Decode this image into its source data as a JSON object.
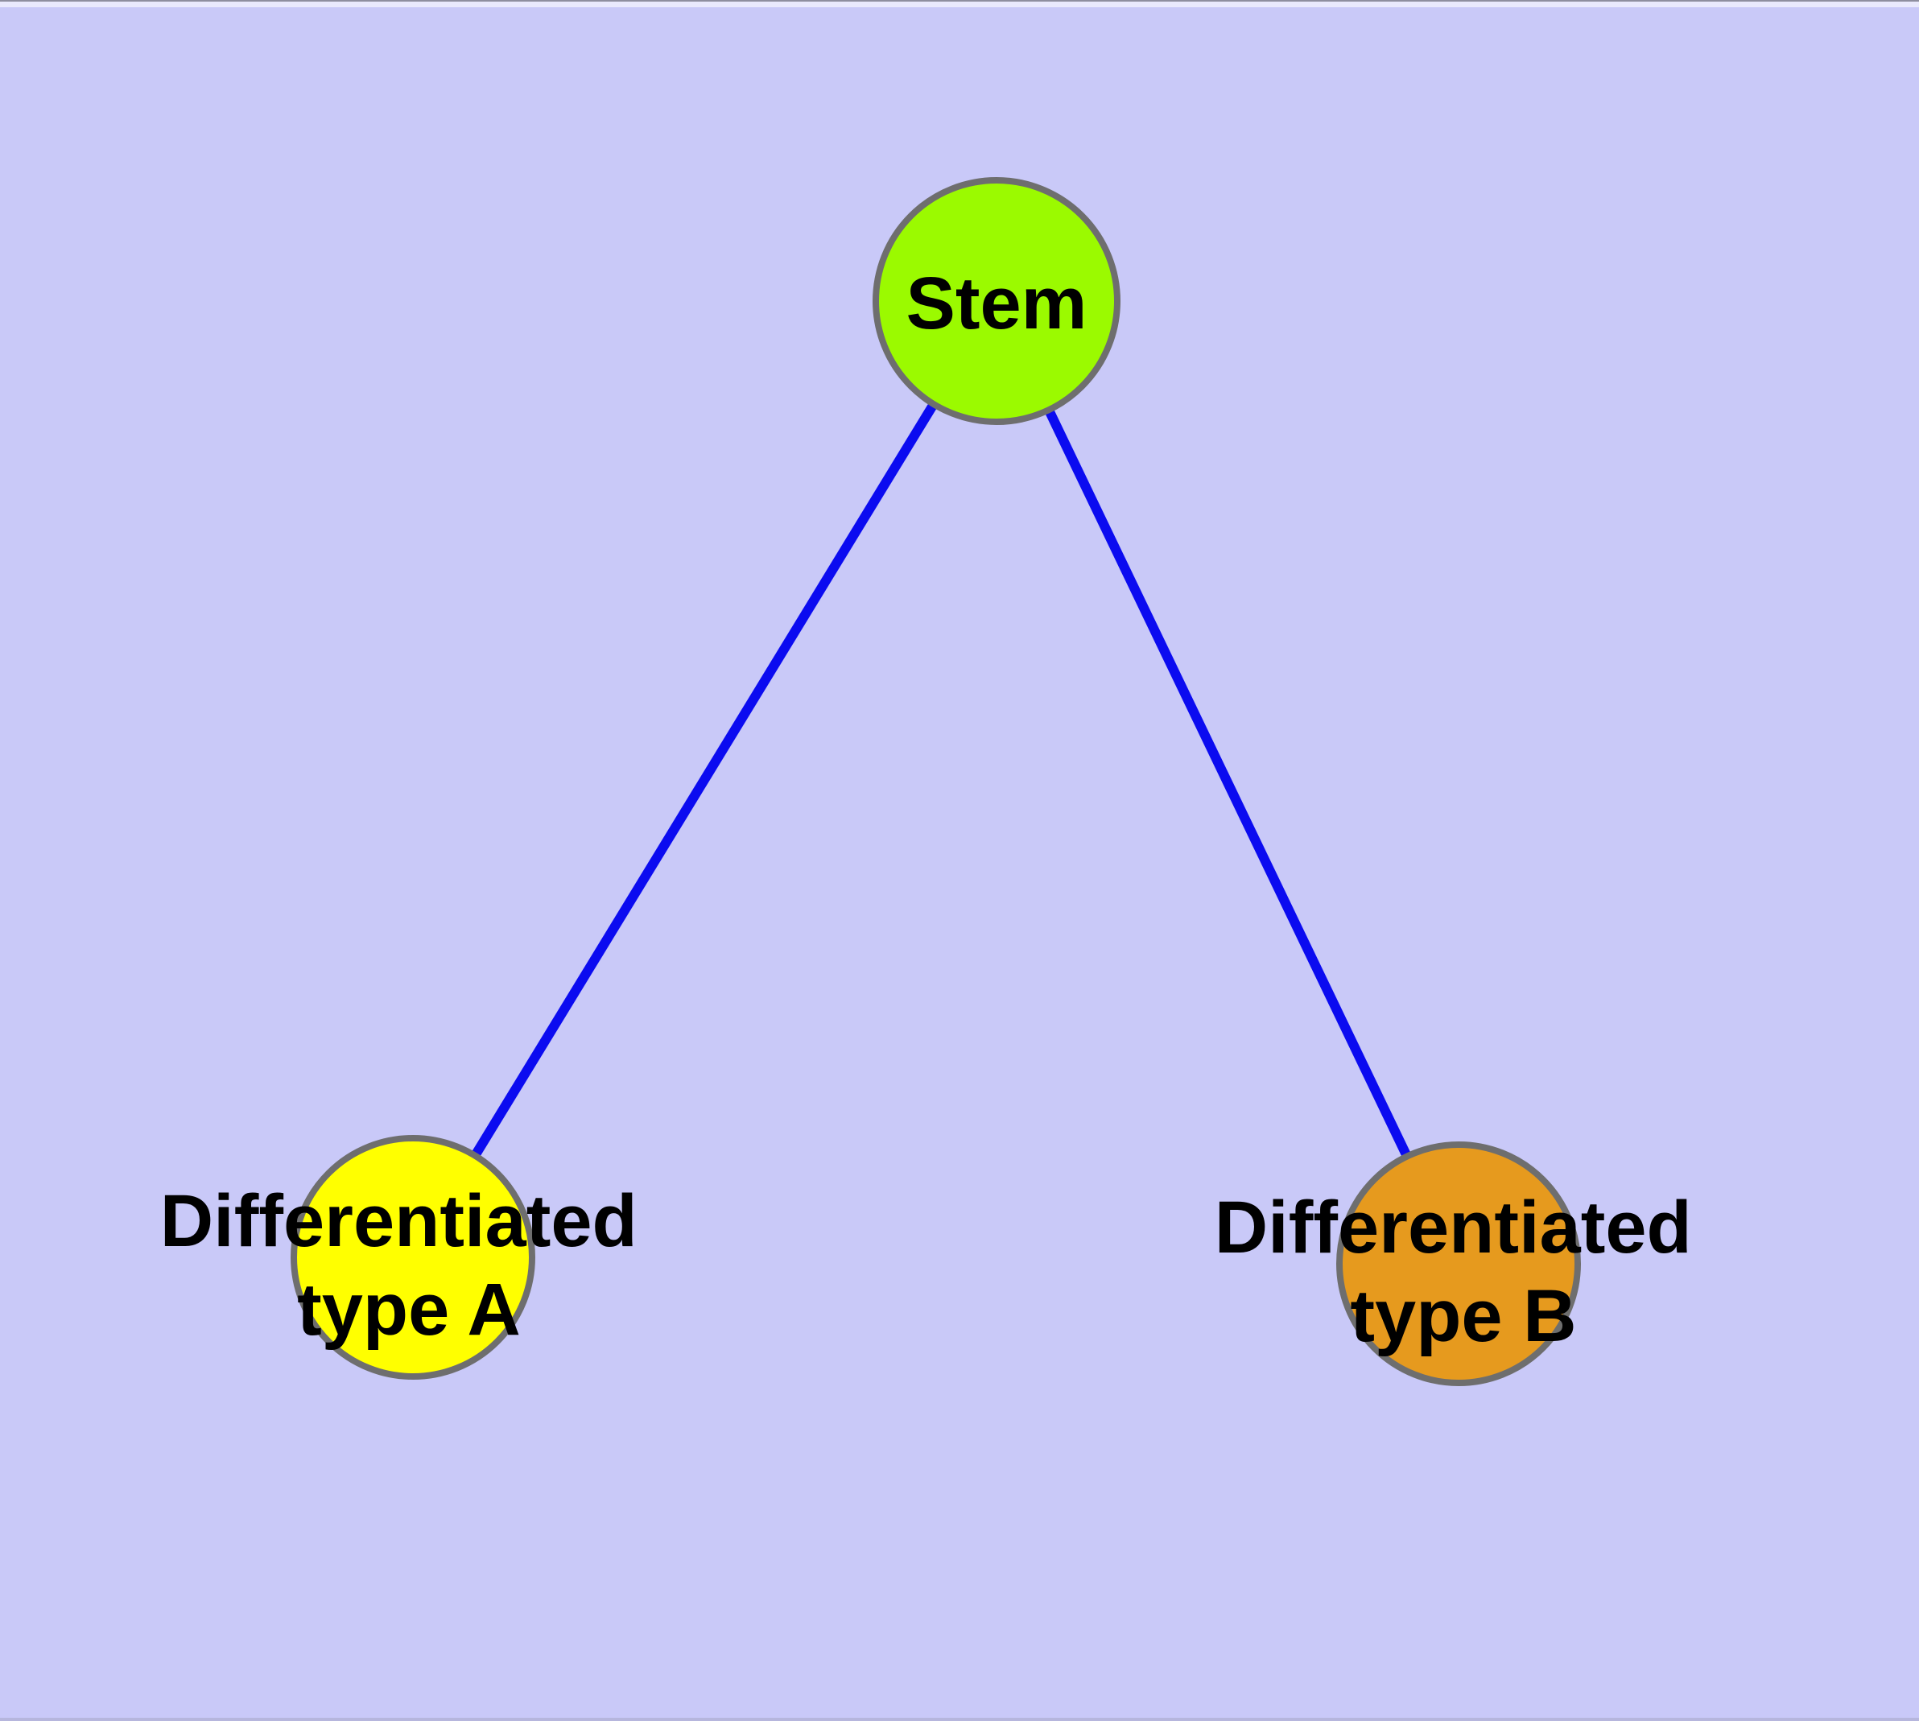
{
  "diagram": {
    "background_color": "#C9C9F8",
    "edge_color": "#0B0BF0",
    "node_border_color": "#6E6E6E",
    "text_color": "#000000",
    "window_frame": {
      "top_edge_color": "#8E8E9F",
      "top_strip_color": "#E9E9FD",
      "bottom_edge_color": "#B6B6DD"
    },
    "nodes": {
      "stem": {
        "label": "Stem",
        "fill": "#9BFA00"
      },
      "type_a": {
        "label_line1": "Differentiated",
        "label_line2": "type A",
        "fill": "#FFFF00"
      },
      "type_b": {
        "label_line1": "Differentiated",
        "label_line2": "type B",
        "fill": "#E69A1E"
      }
    },
    "edges": [
      {
        "from": "Stem",
        "to": "Differentiated type A"
      },
      {
        "from": "Stem",
        "to": "Differentiated type B"
      }
    ]
  }
}
